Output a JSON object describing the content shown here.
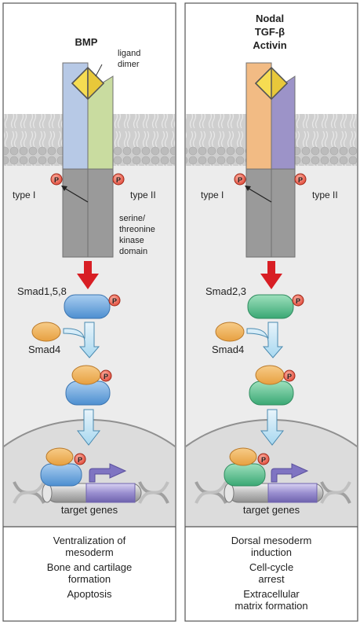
{
  "panels": [
    {
      "ligand_lines": [
        "BMP"
      ],
      "ligand_dimer_label": [
        "ligand",
        "dimer"
      ],
      "type1_label": "type I",
      "type2_label": "type II",
      "kinase_label": [
        "serine/",
        "threonine",
        "kinase",
        "domain"
      ],
      "smad_r_label": "Smad1,5,8",
      "smad4_label": "Smad4",
      "phospho_label": "P",
      "target_label": "target genes",
      "outcomes": [
        "Ventralization of",
        "mesoderm",
        "Bone and cartilage",
        "formation",
        "Apoptosis"
      ],
      "colors": {
        "receptor1": "#b7c9e6",
        "receptor2": "#c9dca0",
        "smad_r": "#6fa6dc",
        "smad4": "#f0b259"
      }
    },
    {
      "ligand_lines": [
        "Nodal",
        "TGF-β",
        "Activin"
      ],
      "type1_label": "type I",
      "type2_label": "type II",
      "smad_r_label": "Smad2,3",
      "smad4_label": "Smad4",
      "phospho_label": "P",
      "target_label": "target genes",
      "outcomes": [
        "Dorsal mesoderm",
        "induction",
        "Cell-cycle",
        "arrest",
        "Extracellular",
        "matrix formation"
      ],
      "colors": {
        "receptor1": "#f2bb84",
        "receptor2": "#9c93c8",
        "smad_r": "#5cc08f",
        "smad4": "#f0b259"
      }
    }
  ]
}
